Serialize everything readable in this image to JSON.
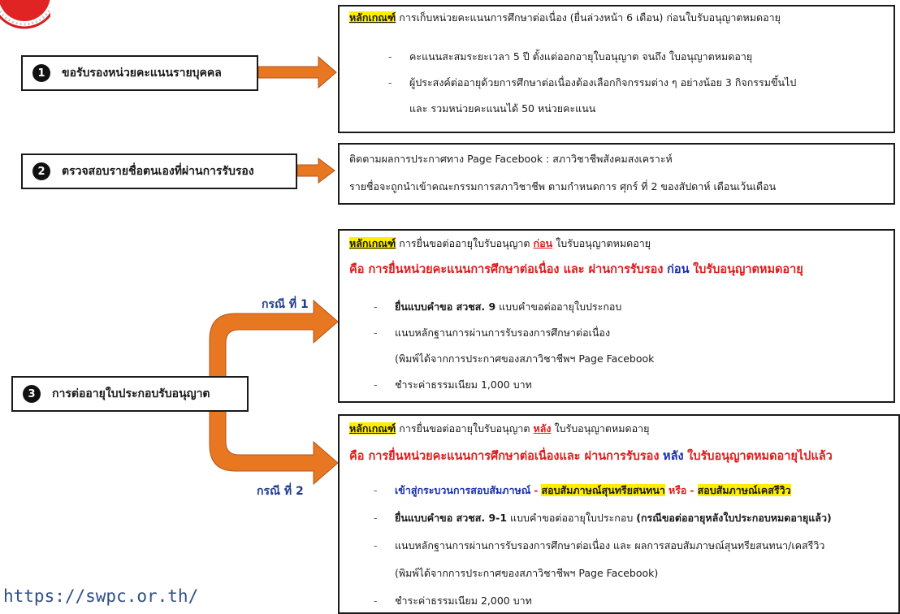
{
  "step1": {
    "number": "1",
    "label": "ขอรับรองหน่วยคะแนนรายบุคคล",
    "box": {
      "principle": "หลักเกณฑ์",
      "header_text": "การเก็บหน่วยคะแนนการศึกษาต่อเนื่อง (ยื่นล่วงหน้า 6 เดือน) ก่อนใบรับอนุญาตหมดอายุ",
      "bullets": [
        "คะแนนสะสมระยะเวลา 5 ปี ตั้งแต่ออกอายุใบอนุญาต จนถึง ใบอนุญาตหมดอายุ",
        "ผู้ประสงค์ต่ออายุด้วยการศึกษาต่อเนื่องต้องเลือกกิจกรรมต่าง ๆ อย่างน้อย 3 กิจกรรมขึ้นไป"
      ],
      "continuation": "และ รวมหน่วยคะแนนได้ 50 หน่วยคะแนน"
    }
  },
  "step2": {
    "number": "2",
    "label": "ตรวจสอบรายชื่อตนเองที่ผ่านการรับรอง",
    "box": {
      "line1": "ติดตามผลการประกาศทาง Page Facebook : สภาวิชาชีพสังคมสงเคราะห์",
      "line2": "รายชื่อจะถูกนำเข้าคณะกรรมการสภาวิชาชีพ ตามกำหนดการ ศุกร์ ที่ 2 ของสัปดาห์ เดือนเว้นเดือน"
    }
  },
  "step3": {
    "number": "3",
    "label": "การต่ออายุใบประกอบรับอนุญาต"
  },
  "case1": {
    "label": "กรณี ที่ 1",
    "principle": "หลักเกณฑ์",
    "header_a": "การยื่นขอต่ออายุใบรับอนุญาต",
    "header_kw": "ก่อน",
    "header_b": "ใบรับอนุญาตหมดอายุ",
    "red_a": "คือ การยื่นหน่วยคะแนนการศึกษาต่อเนื่อง และ ผ่านการรับรอง",
    "red_kw": "ก่อน",
    "red_b": "ใบรับอนุญาตหมดอายุ",
    "bullet1_a": "ยื่นแบบคำขอ สวชส. 9",
    "bullet1_b": "แบบคำขอต่ออายุใบประกอบ",
    "bullet2": "แนบหลักฐานการผ่านการรับรองการศึกษาต่อเนื่อง",
    "bullet2_note": "(พิมพ์ได้จากการประกาศของสภาวิชาชีพฯ Page Facebook",
    "bullet3": "ชำระค่าธรรมเนียม 1,000 บาท"
  },
  "case2": {
    "label": "กรณี ที่ 2",
    "principle": "หลักเกณฑ์",
    "header_a": "การยื่นขอต่ออายุใบรับอนุญาต",
    "header_kw": "หลัง",
    "header_b": "ใบรับอนุญาตหมดอายุ",
    "red_a": "คือ การยื่นหน่วยคะแนนการศึกษาต่อเนื่องและ ผ่านการรับรอง",
    "red_kw": "หลัง",
    "red_b": "ใบรับอนุญาตหมดอายุไปแล้ว",
    "bullet1_a": "เข้าสู่กระบวนการสอบสัมภาษณ์",
    "bullet1_sep1": "-",
    "bullet1_b": "สอบสัมภาษณ์สุนทรียสนทนา",
    "bullet1_or": "หรือ",
    "bullet1_sep2": "-",
    "bullet1_c": "สอบสัมภาษณ์เคสรีวิว",
    "bullet2_a": "ยื่นแบบคำขอ สวชส. 9-1",
    "bullet2_b": "แบบคำขอต่ออายุใบประกอบ",
    "bullet2_c": "(กรณีขอต่ออายุหลังใบประกอบหมดอายุแล้ว)",
    "bullet3": "แนบหลักฐานการผ่านการรับรองการศึกษาต่อเนื่อง และ ผลการสอบสัมภาษณ์สุนทรียสนทนา/เคสรีวิว",
    "bullet3_note": "(พิมพ์ได้จากการประกาศของสภาวิชาชีพฯ Page Facebook)",
    "bullet4": "ชำระค่าธรรมเนียม 2,000 บาท"
  },
  "footer": {
    "url": "https://swpc.or.th/"
  },
  "colors": {
    "arrow": "#e87722",
    "arrow_stroke": "#b5531a",
    "red": "#e21b1b",
    "blue": "#1a2fb0",
    "highlight": "#ffee00"
  }
}
